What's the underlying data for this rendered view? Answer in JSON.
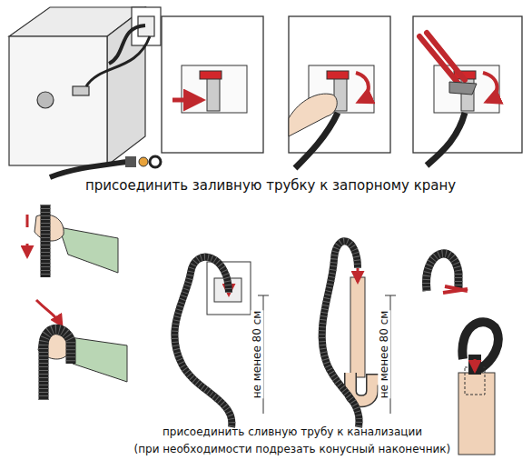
{
  "diagram": {
    "labels": [
      "присоединить заливную трубку к запорному крану",
      "не менее 80 см",
      "не менее 80 см",
      "присоединить сливную трубу к канализации",
      "(при необходимости подрезать конусный наконечник)"
    ]
  }
}
